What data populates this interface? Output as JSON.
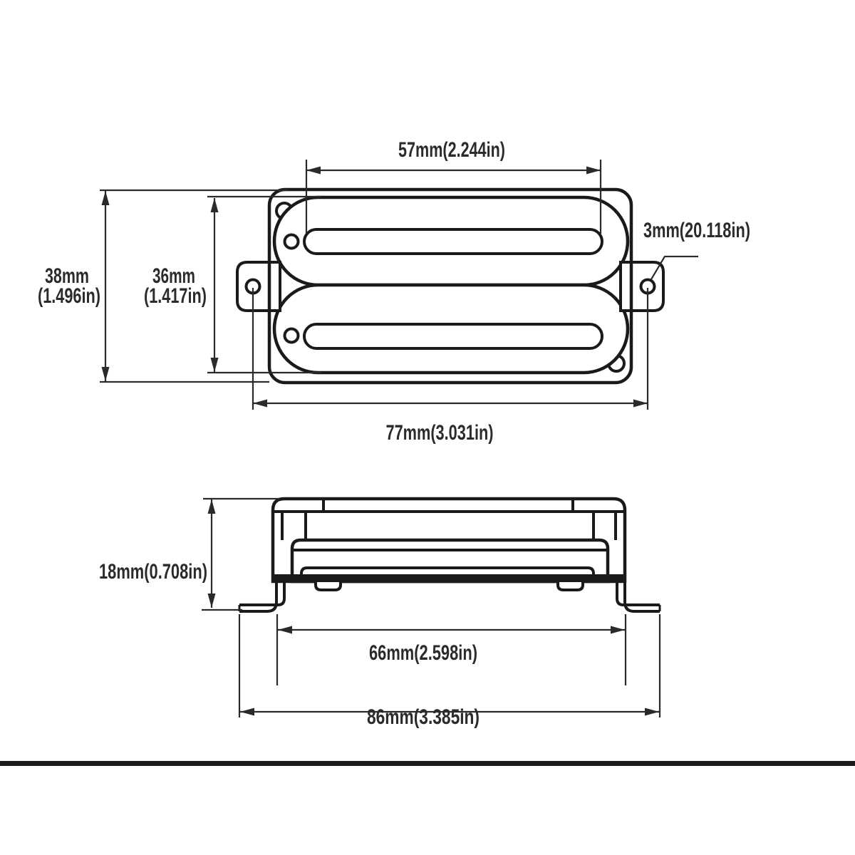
{
  "drawing_title": "humbucker-pickup-dimension-drawing",
  "colors": {
    "line": "#1a1a1a",
    "text": "#2b2b2b",
    "background": "#ffffff"
  },
  "views": {
    "top": {
      "blade_length": "57mm(2.244in)",
      "mount_hole": "3mm(20.118in)",
      "overall_height_mm": "38mm",
      "overall_height_in": "(1.496in)",
      "bobbin_height_mm": "36mm",
      "bobbin_height_in": "(1.417in)",
      "body_width": "77mm(3.031in)"
    },
    "side": {
      "depth": "18mm(0.708in)",
      "base_width": "66mm(2.598in)",
      "leg_span": "86mm(3.385in)"
    }
  }
}
